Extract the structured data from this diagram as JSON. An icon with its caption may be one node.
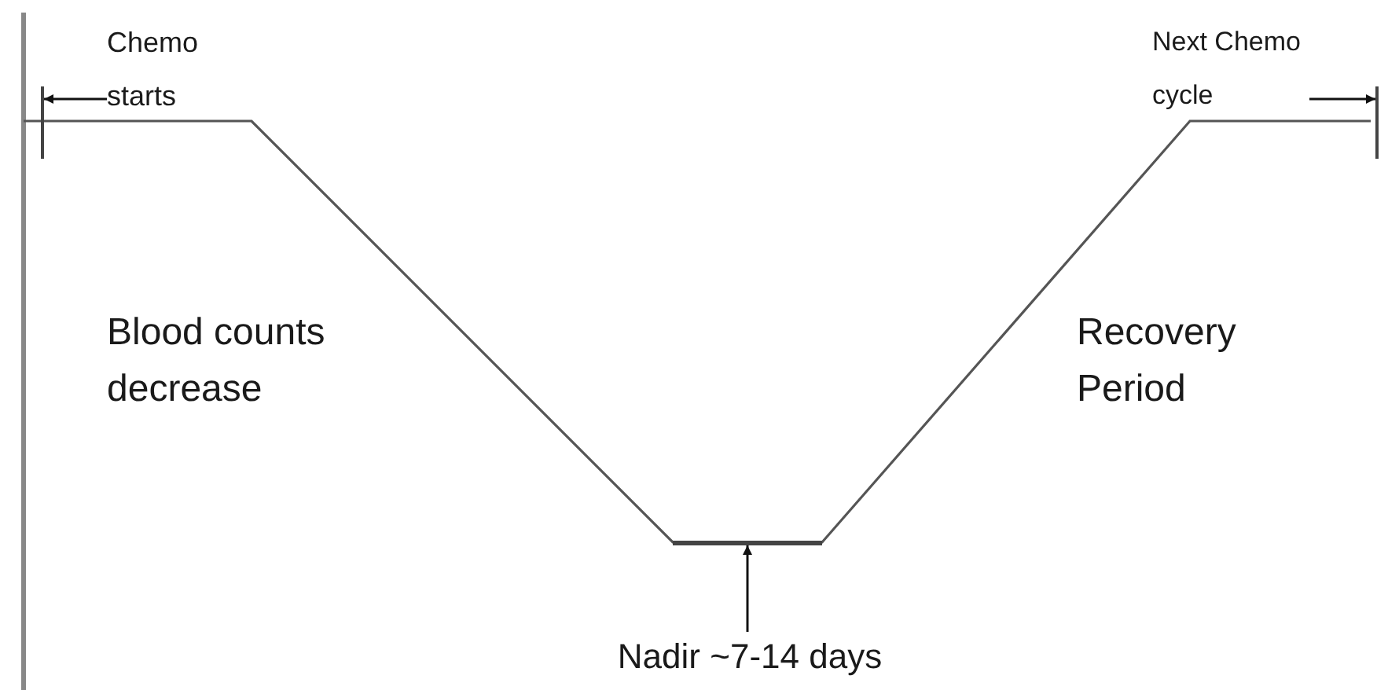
{
  "diagram": {
    "nodes": [
      {
        "text": [
          "Chemo starts"
        ]
      },
      {
        "text": [],
        "shape": "bar"
      },
      {
        "text": [
          "Next Chemo cycle"
        ]
      },
      {
        "text": [],
        "shape": "bar"
      },
      {
        "text": [
          "Blood counts decrease"
        ]
      },
      {
        "text": [
          "Recovery Period"
        ]
      },
      {
        "text": [],
        "shape": "bar"
      },
      {
        "text": [
          "Nadir ~7-14 days"
        ]
      }
    ],
    "edges": [
      {
        "from": 0,
        "to": 1,
        "arrow": "to"
      },
      {
        "from": 2,
        "to": 3,
        "arrow": "to"
      },
      {
        "from": 7,
        "to": 6,
        "arrow": "to"
      }
    ]
  }
}
